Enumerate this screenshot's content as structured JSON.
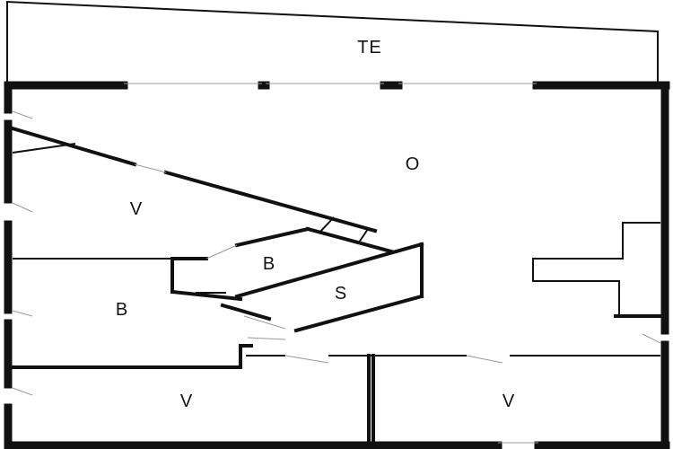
{
  "rooms": [
    {
      "key": "terrace",
      "label": "TE"
    },
    {
      "key": "open_area",
      "label": "O"
    },
    {
      "key": "bedroom_upper_left",
      "label": "V"
    },
    {
      "key": "bathroom_small",
      "label": "B"
    },
    {
      "key": "bathroom_left",
      "label": "B"
    },
    {
      "key": "storage",
      "label": "S"
    },
    {
      "key": "bedroom_bottom_left",
      "label": "V"
    },
    {
      "key": "bedroom_bottom_right",
      "label": "V"
    }
  ],
  "colors": {
    "wall": "#111111",
    "fixture": "#9a9a9a",
    "background": "#ffffff"
  }
}
